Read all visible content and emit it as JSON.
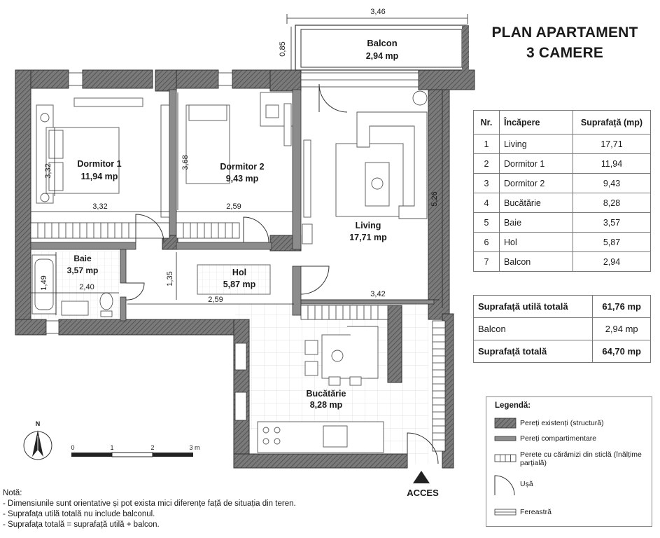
{
  "title": {
    "line1": "PLAN APARTAMENT",
    "line2": "3 CAMERE"
  },
  "rooms_table": {
    "headers": {
      "nr": "Nr.",
      "room": "Încăpere",
      "area": "Suprafață (mp)"
    },
    "rows": [
      {
        "nr": "1",
        "name": "Living",
        "area": "17,71"
      },
      {
        "nr": "2",
        "name": "Dormitor 1",
        "area": "11,94"
      },
      {
        "nr": "3",
        "name": "Dormitor 2",
        "area": "9,43"
      },
      {
        "nr": "4",
        "name": "Bucătărie",
        "area": "8,28"
      },
      {
        "nr": "5",
        "name": "Baie",
        "area": "3,57"
      },
      {
        "nr": "6",
        "name": "Hol",
        "area": "5,87"
      },
      {
        "nr": "7",
        "name": "Balcon",
        "area": "2,94"
      }
    ]
  },
  "totals": {
    "useful_label": "Suprafață utilă totală",
    "useful_value": "61,76 mp",
    "balcony_label": "Balcon",
    "balcony_value": "2,94 mp",
    "total_label": "Suprafață totală",
    "total_value": "64,70 mp"
  },
  "plan_labels": {
    "balcon": {
      "name": "Balcon",
      "area": "2,94 mp"
    },
    "dormitor1": {
      "name": "Dormitor 1",
      "area": "11,94 mp"
    },
    "dormitor2": {
      "name": "Dormitor 2",
      "area": "9,43 mp"
    },
    "living": {
      "name": "Living",
      "area": "17,71 mp"
    },
    "baie": {
      "name": "Baie",
      "area": "3,57 mp"
    },
    "hol": {
      "name": "Hol",
      "area": "5,87 mp"
    },
    "bucatarie": {
      "name": "Bucătărie",
      "area": "8,28 mp"
    },
    "access": "ACCES"
  },
  "dimensions": {
    "balcon_width": "3,46",
    "balcon_depth": "0,85",
    "dorm1_width": "3,32",
    "dorm1_height": "3,32",
    "dorm2_width": "2,59",
    "dorm2_height": "3,68",
    "living_height": "5,26",
    "living_width": "3,42",
    "baie_width": "2,40",
    "baie_height": "1,49",
    "hol_width": "2,59",
    "hol_height": "1,35"
  },
  "compass": {
    "north": "N"
  },
  "scale": {
    "labels": [
      "0",
      "1",
      "2",
      "3 m"
    ]
  },
  "legend": {
    "title": "Legendă:",
    "items": [
      "Pereți existenți (structură)",
      "Pereți compartimentare",
      "Perete cu cărămizi din sticlă (înălțime parțială)",
      "Ușă",
      "Fereastră"
    ]
  },
  "notes": {
    "title": "Notă:",
    "lines": [
      "- Dimensiunile sunt orientative și pot exista mici diferențe față de situația din teren.",
      "- Suprafața utilă totală nu include balconul.",
      "- Suprafața totală = suprafață utilă + balcon."
    ]
  },
  "colors": {
    "structure_wall": "#6e6e6e",
    "partition_wall": "#8c8c8c",
    "ink": "#1a1a1a"
  }
}
